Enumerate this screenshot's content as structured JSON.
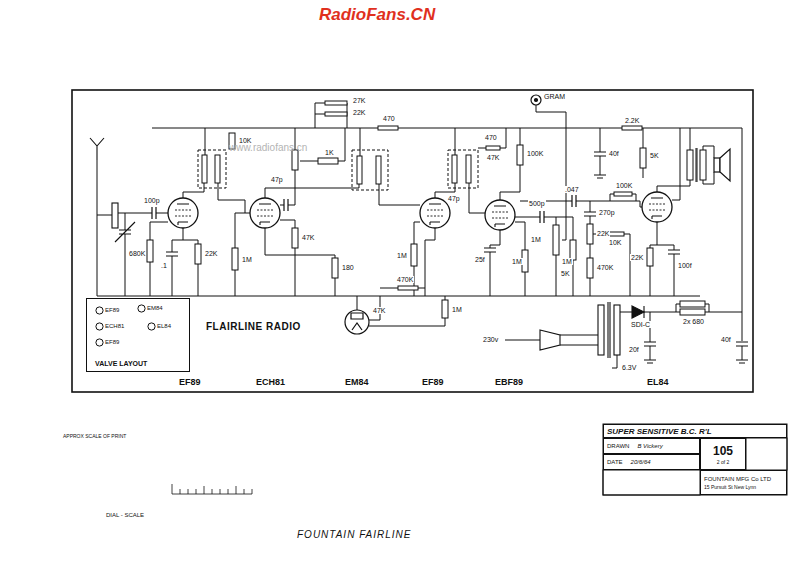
{
  "diagram": {
    "nodes": [
      {
        "text": [
          "VALVE LAYOUT"
        ]
      },
      {
        "text": [
          "EF89"
        ],
        "in": 0
      },
      {
        "text": [
          "EM84"
        ],
        "in": 0
      },
      {
        "text": [
          "ECH81"
        ],
        "in": 0
      },
      {
        "text": [
          "EL84"
        ],
        "in": 0
      },
      {
        "text": [
          "EF89"
        ],
        "in": 0
      },
      {
        "text": [
          "SUPER SENSITIVE B.C. R'L"
        ]
      },
      {
        "text": [
          "DRAWN",
          "B Vickery"
        ]
      },
      {
        "text": [
          "DATE",
          "20/6/64"
        ]
      },
      {
        "text": [
          "105",
          "2 of 2"
        ]
      },
      {
        "text": [
          "FOUNTAIN MFG Co LTD",
          "15 Pursuit St New Lynn"
        ]
      }
    ],
    "labels": [
      "RadioFans.CN",
      "www.radiofans.cn",
      "27K",
      "22K",
      "470",
      "GRAM",
      "2.2K",
      "5K",
      "40f",
      "100p",
      "680K",
      "22K",
      ".1",
      "1M",
      "10K",
      "47p",
      "47K",
      "1K",
      "180",
      "47K",
      "47p",
      "1M",
      "1M",
      "470K",
      "470",
      "100K",
      "500p",
      ".047",
      "270p",
      "100K",
      "10K",
      "1M",
      "22K",
      "1M",
      "470K",
      "5K",
      "25f",
      "1M",
      "22K",
      "100f",
      "47K",
      "230v",
      "SDI-C",
      "20f",
      "2x 680",
      "40f",
      "6.3V",
      "FLAIRLINE RADIO",
      "EF89",
      "ECH81",
      "EM84",
      "EF89",
      "EBF89",
      "EL84",
      "APPROX SCALE OF PRINT",
      "DIAL - SCALE",
      "FOUNTAIN FAIRLINE"
    ]
  }
}
